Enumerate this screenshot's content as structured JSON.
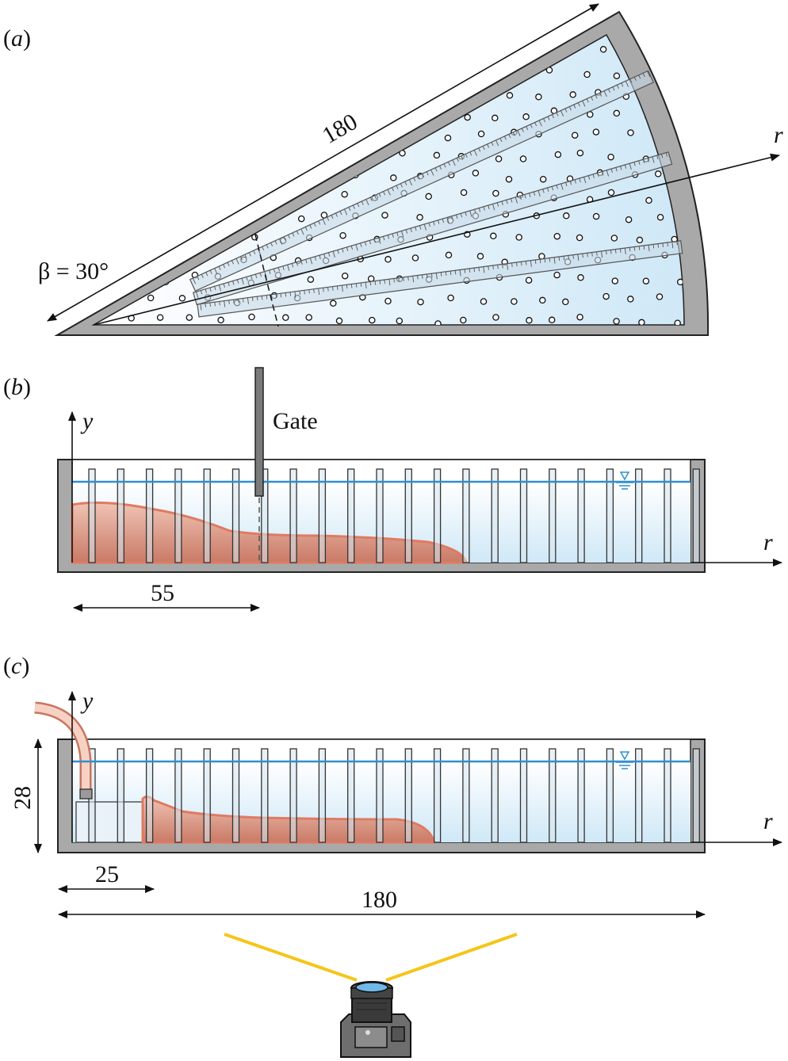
{
  "panels": {
    "a": {
      "label_open": "(",
      "label_letter": "a",
      "label_close": ")",
      "length": "180",
      "angle": "β = 30°",
      "axis": "r"
    },
    "b": {
      "label_open": "(",
      "label_letter": "b",
      "label_close": ")",
      "gate": "Gate",
      "axis_y": "y",
      "axis_r": "r",
      "dist": "55"
    },
    "c": {
      "label_open": "(",
      "label_letter": "c",
      "label_close": ")",
      "axis_y": "y",
      "axis_r": "r",
      "height": "28",
      "inlet": "25",
      "length": "180"
    }
  },
  "colors": {
    "water": "#dcefff",
    "water_line": "#2f8fd0",
    "current": "#d98a78",
    "current_edge": "#e07a63",
    "wall": "#a9a9a9",
    "light": "#f5c518"
  },
  "icons": [
    "water-level-icon",
    "camera-icon"
  ]
}
